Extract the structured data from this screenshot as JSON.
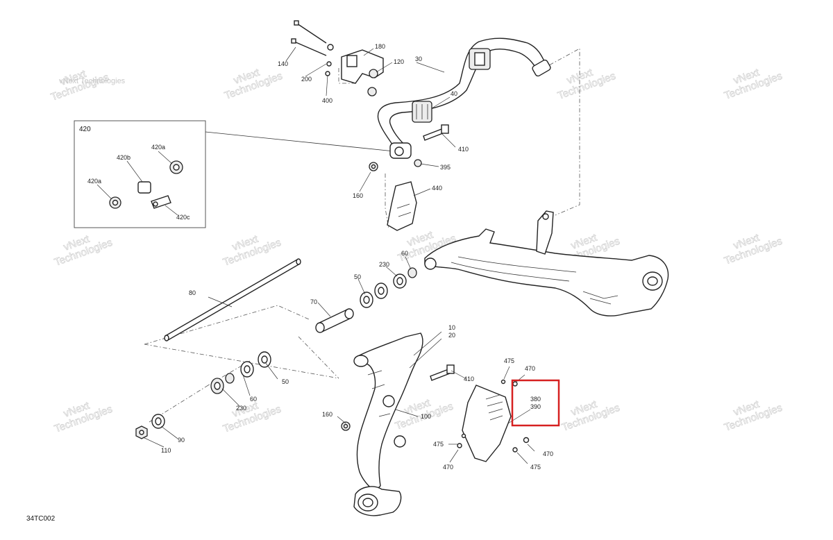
{
  "diagram_code": "34TC002",
  "highlight_color": "#d62020",
  "watermark": {
    "line1": "vNext",
    "line2": "Technologies",
    "small": "vNext Technologies"
  },
  "inset_label": "420",
  "callouts": {
    "c10": "10",
    "c20": "20",
    "c30": "30",
    "c40": "40",
    "c50a": "50",
    "c50b": "50",
    "c60a": "60",
    "c60b": "60",
    "c70": "70",
    "c80": "80",
    "c90": "90",
    "c100": "100",
    "c110": "110",
    "c120": "120",
    "c140": "140",
    "c160a": "160",
    "c160b": "160",
    "c180": "180",
    "c200": "200",
    "c230a": "230",
    "c230b": "230",
    "c380": "380",
    "c390": "390",
    "c395": "395",
    "c400": "400",
    "c410a": "410",
    "c410b": "410",
    "c420a1": "420a",
    "c420a2": "420a",
    "c420b": "420b",
    "c420c": "420c",
    "c440": "440",
    "c470a": "470",
    "c470b": "470",
    "c470c": "470",
    "c475a": "475",
    "c475b": "475",
    "c475c": "475"
  }
}
